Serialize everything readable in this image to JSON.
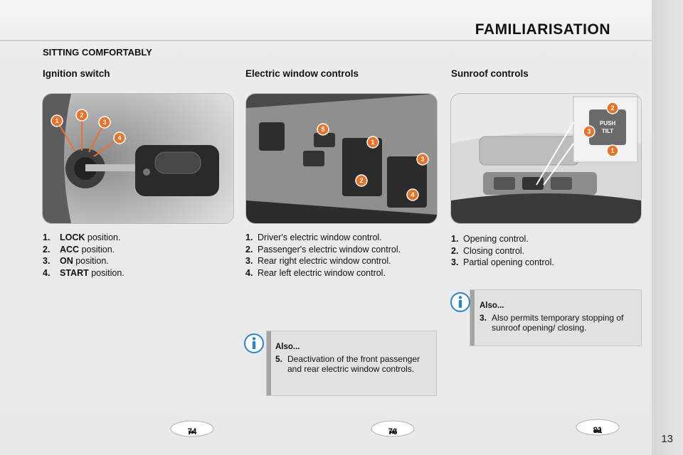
{
  "header": {
    "title": "FAMILIARISATION"
  },
  "section": {
    "title": "SITTING COMFORTABLY"
  },
  "columns": [
    {
      "title": "Ignition switch",
      "items": [
        {
          "num": "1.",
          "keyword": "LOCK",
          "text": " position."
        },
        {
          "num": "2.",
          "keyword": "ACC",
          "text": " position."
        },
        {
          "num": "3.",
          "keyword": "ON",
          "text": " position."
        },
        {
          "num": "4.",
          "keyword": "START",
          "text": " position."
        }
      ],
      "ref": "74"
    },
    {
      "title": "Electric window controls",
      "items": [
        {
          "num": "1.",
          "text": "Driver's electric window control."
        },
        {
          "num": "2.",
          "text": "Passenger's electric window control."
        },
        {
          "num": "3.",
          "text": "Rear right electric window control."
        },
        {
          "num": "4.",
          "text": "Rear left electric window control."
        }
      ],
      "note": {
        "title": "Also...",
        "num": "5.",
        "text": "Deactivation of the front passenger and rear electric window controls."
      },
      "ref": "76"
    },
    {
      "title": "Sunroof controls",
      "items": [
        {
          "num": "1.",
          "text": "Opening control."
        },
        {
          "num": "2.",
          "text": "Closing control."
        },
        {
          "num": "3.",
          "text": "Partial opening control."
        }
      ],
      "note": {
        "title": "Also...",
        "num": "3.",
        "text": "Also permits temporary stopping of sunroof opening/ closing."
      },
      "ref": "81"
    }
  ],
  "photo_labels": {
    "ignition": [
      "1",
      "2",
      "3",
      "4"
    ],
    "windows": [
      "5",
      "1",
      "2",
      "3",
      "4"
    ],
    "sunroof": [
      "2",
      "3",
      "1"
    ],
    "sunroof_button": [
      "PUSH",
      "TILT"
    ]
  },
  "ref_arrow": "⏭",
  "page_number": "13",
  "colors": {
    "callout": "#e8732a",
    "info_icon": "#2a86c4",
    "note_bar": "#a3a3a3"
  }
}
